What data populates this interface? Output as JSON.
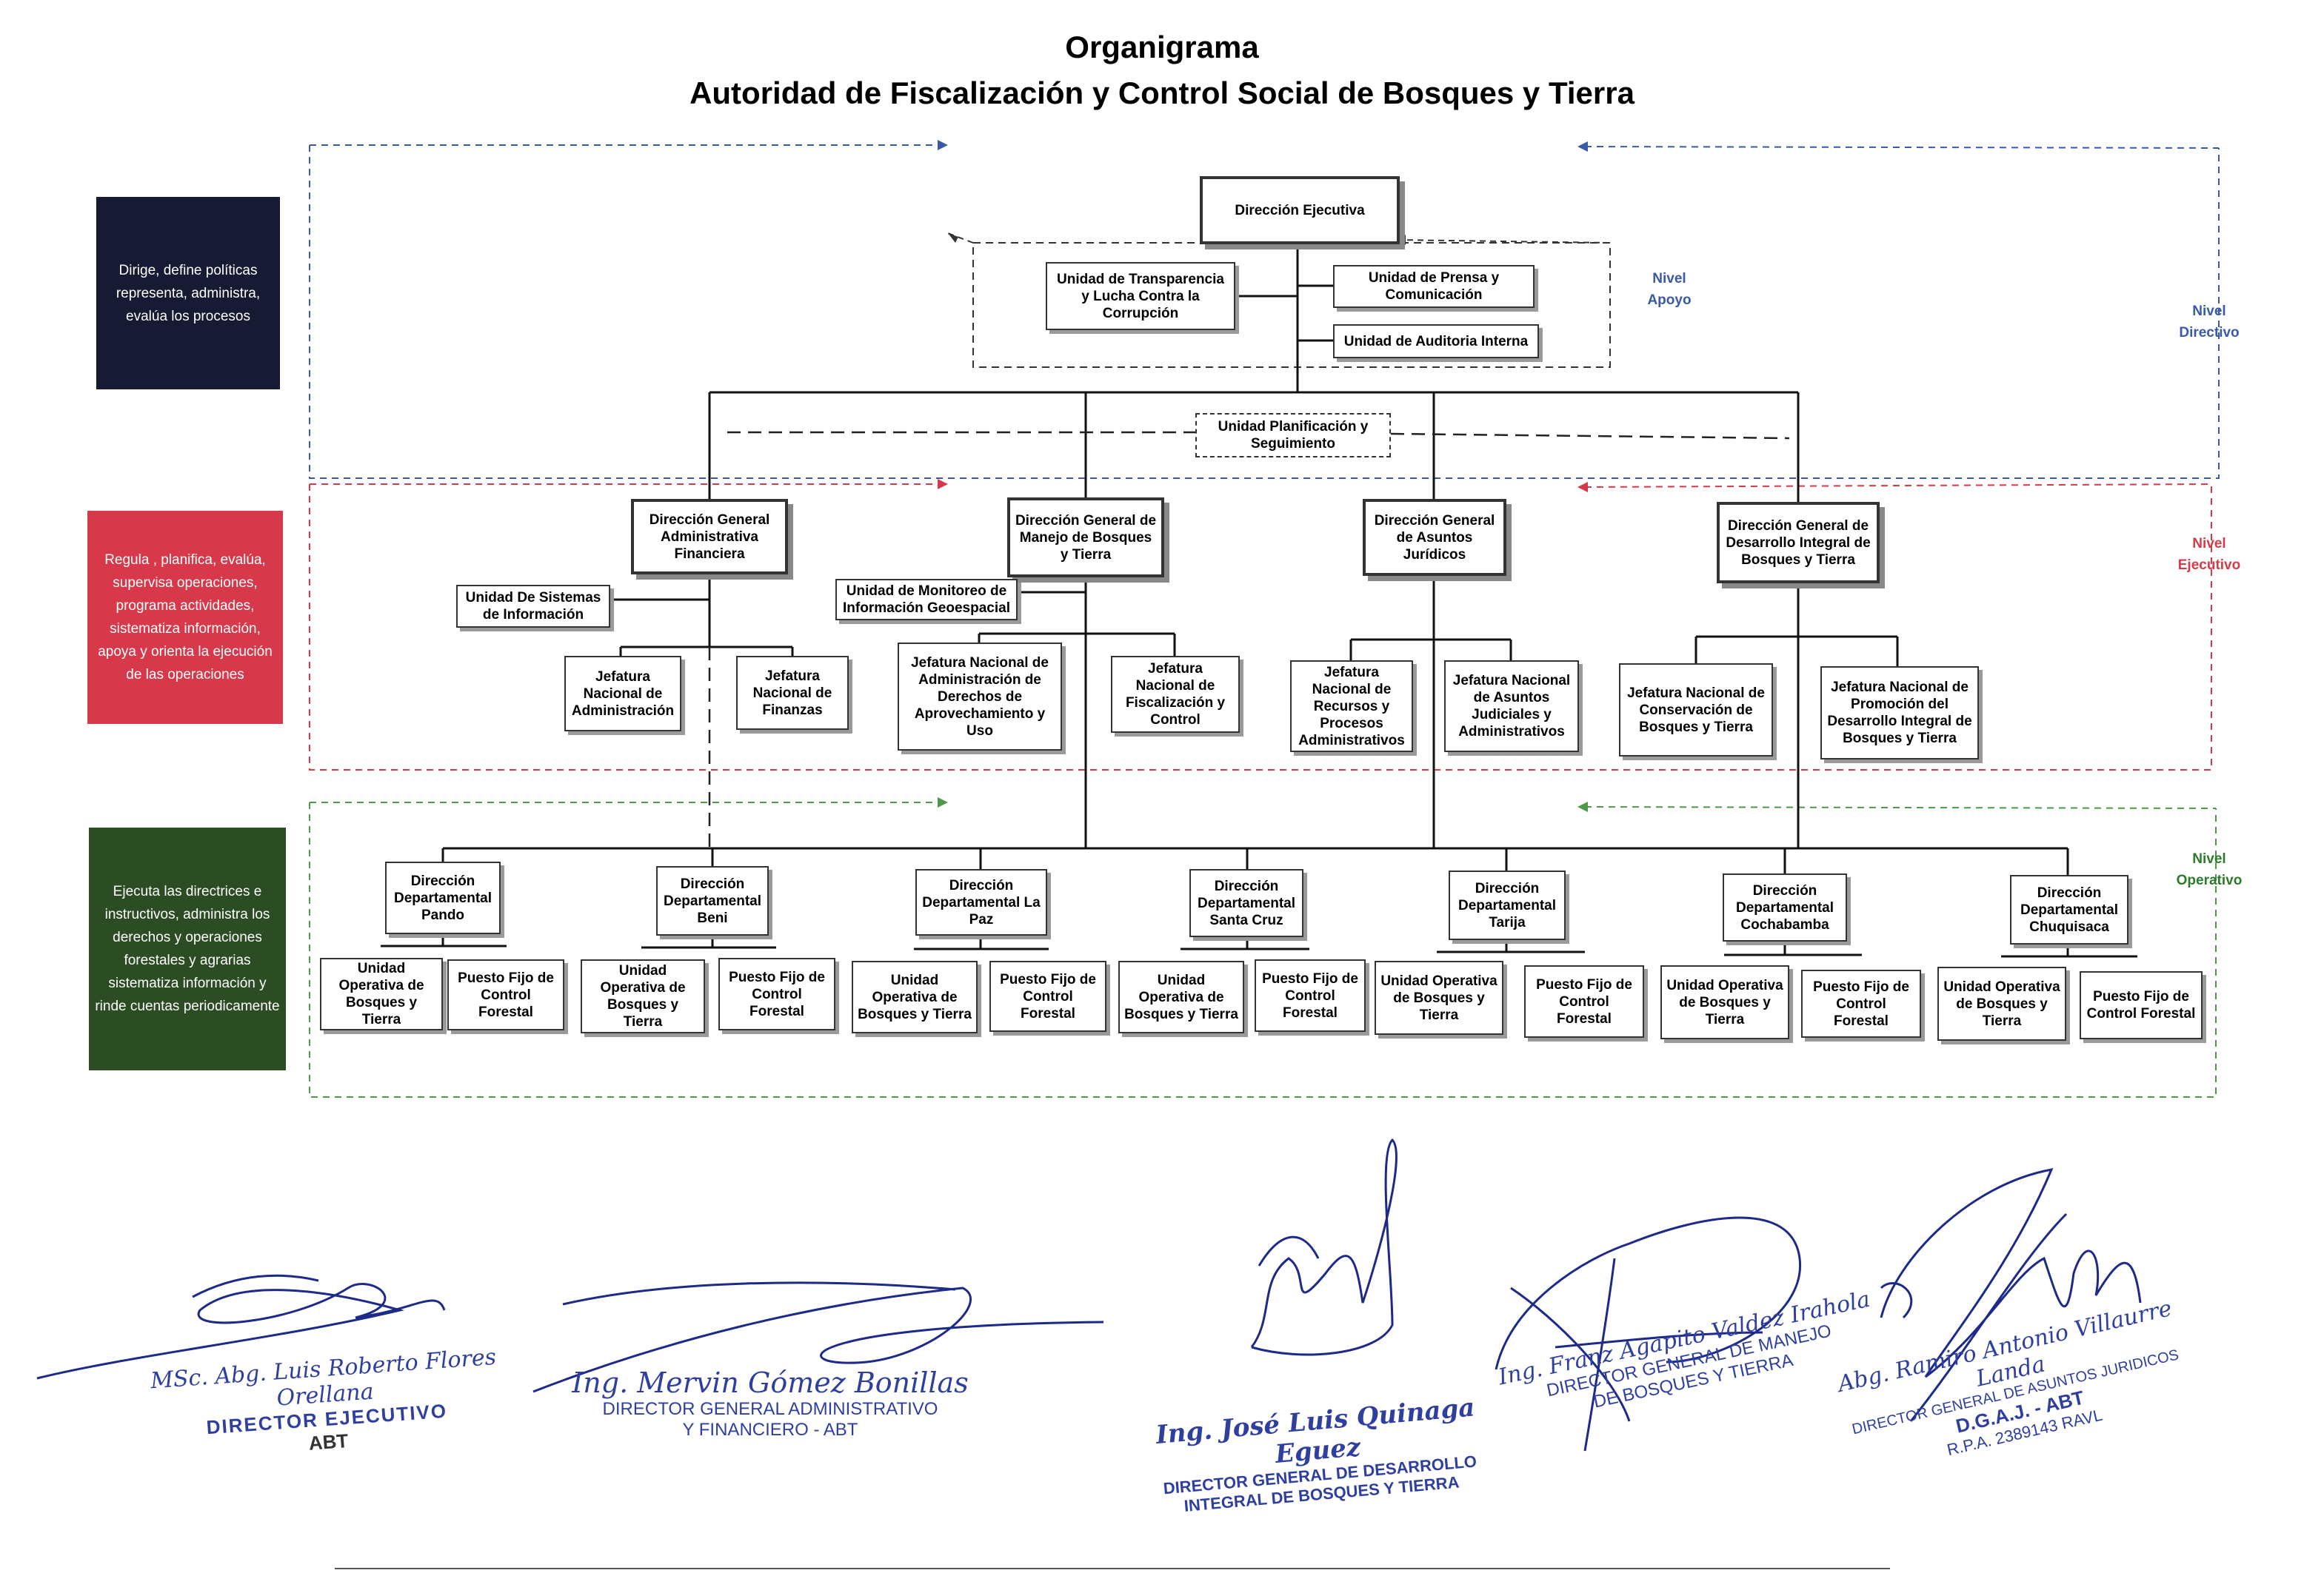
{
  "title": {
    "line1": "Organigrama",
    "line2": "Autoridad de Fiscalización y Control Social de Bosques y Tierra"
  },
  "side_labels": {
    "directivo": "Dirige, define políticas representa, administra, evalúa los procesos",
    "ejecutivo": "Regula , planifica, evalúa, supervisa operaciones, programa actividades, sistematiza información, apoya y orienta la ejecución de las operaciones",
    "operativo": "Ejecuta las directrices e instructivos, administra los derechos y operaciones forestales y agrarias sistematiza información y rinde cuentas periodicamente"
  },
  "levels": {
    "apoyo": "Nivel Apoyo",
    "directivo": "Nivel Directivo",
    "ejecutivo": "Nivel Ejecutivo",
    "operativo": "Nivel Operativo"
  },
  "nodes": {
    "direccion_ejecutiva": "Dirección Ejecutiva",
    "transparencia": "Unidad de Transparencia y Lucha Contra la Corrupción",
    "prensa": "Unidad de Prensa y Comunicación",
    "auditoria": "Unidad de Auditoria Interna",
    "planificacion": "Unidad Planificación y Seguimiento",
    "dg_admin": "Dirección General Administrativa Financiera",
    "dg_manejo": "Dirección General de Manejo de Bosques y Tierra",
    "dg_juridicos": "Dirección General de Asuntos Jurídicos",
    "dg_desarrollo": "Dirección General de Desarrollo Integral de Bosques y Tierra",
    "u_sistemas": "Unidad De Sistemas de Información",
    "u_monitoreo": "Unidad de Monitoreo de Información Geoespacial",
    "jn_admin": "Jefatura Nacional de Administración",
    "jn_finanzas": "Jefatura Nacional de Finanzas",
    "jn_derechos": "Jefatura Nacional de Administración de Derechos de Aprovechamiento y Uso",
    "jn_fiscalizacion": "Jefatura Nacional de Fiscalización y Control",
    "jn_recursos": "Jefatura Nacional de Recursos y Procesos Administrativos",
    "jn_judiciales": "Jefatura Nacional de Asuntos Judiciales y Administrativos",
    "jn_conservacion": "Jefatura Nacional de Conservación de Bosques y Tierra",
    "jn_promocion": "Jefatura Nacional de Promoción del Desarrollo Integral de Bosques y Tierra"
  },
  "departamentos": [
    "Dirección Departamental Pando",
    "Dirección Departamental Beni",
    "Dirección Departamental La Paz",
    "Dirección Departamental Santa Cruz",
    "Dirección Departamental Tarija",
    "Dirección Departamental Cochabamba",
    "Dirección Departamental Chuquisaca"
  ],
  "operativa_label": "Unidad Operativa de Bosques y Tierra",
  "puesto_label": "Puesto Fijo de Control Forestal",
  "signatures": [
    {
      "name": "MSc. Abg. Luis Roberto Flores Orellana",
      "role": "DIRECTOR EJECUTIVO",
      "extra": "ABT"
    },
    {
      "name": "Ing. Mervin Gómez Bonillas",
      "role": "DIRECTOR GENERAL ADMINISTRATIVO",
      "extra": "Y FINANCIERO - ABT"
    },
    {
      "name": "Ing. José Luis Quinaga Eguez",
      "role": "DIRECTOR GENERAL DE DESARROLLO",
      "extra": "INTEGRAL DE BOSQUES Y TIERRA"
    },
    {
      "name": "Ing. Franz Agapito Valdez Irahola",
      "role": "DIRECTOR GENERAL DE MANEJO",
      "extra": "DE BOSQUES Y TIERRA"
    },
    {
      "name": "Abg. Ramiro Antonio Villaurre Landa",
      "role": "DIRECTOR GENERAL DE ASUNTOS JURIDICOS",
      "extra": "D.G.A.J. - ABT",
      "extra2": "R.P.A. 2389143 RAVL"
    }
  ],
  "colors": {
    "directivo": "#161a33",
    "ejecutivo": "#d8394a",
    "operativo": "#2c4d24",
    "blue": "#3a5aa8",
    "red": "#d8394a",
    "green": "#4a9a4a",
    "signature_ink": "#2f3fa0"
  }
}
